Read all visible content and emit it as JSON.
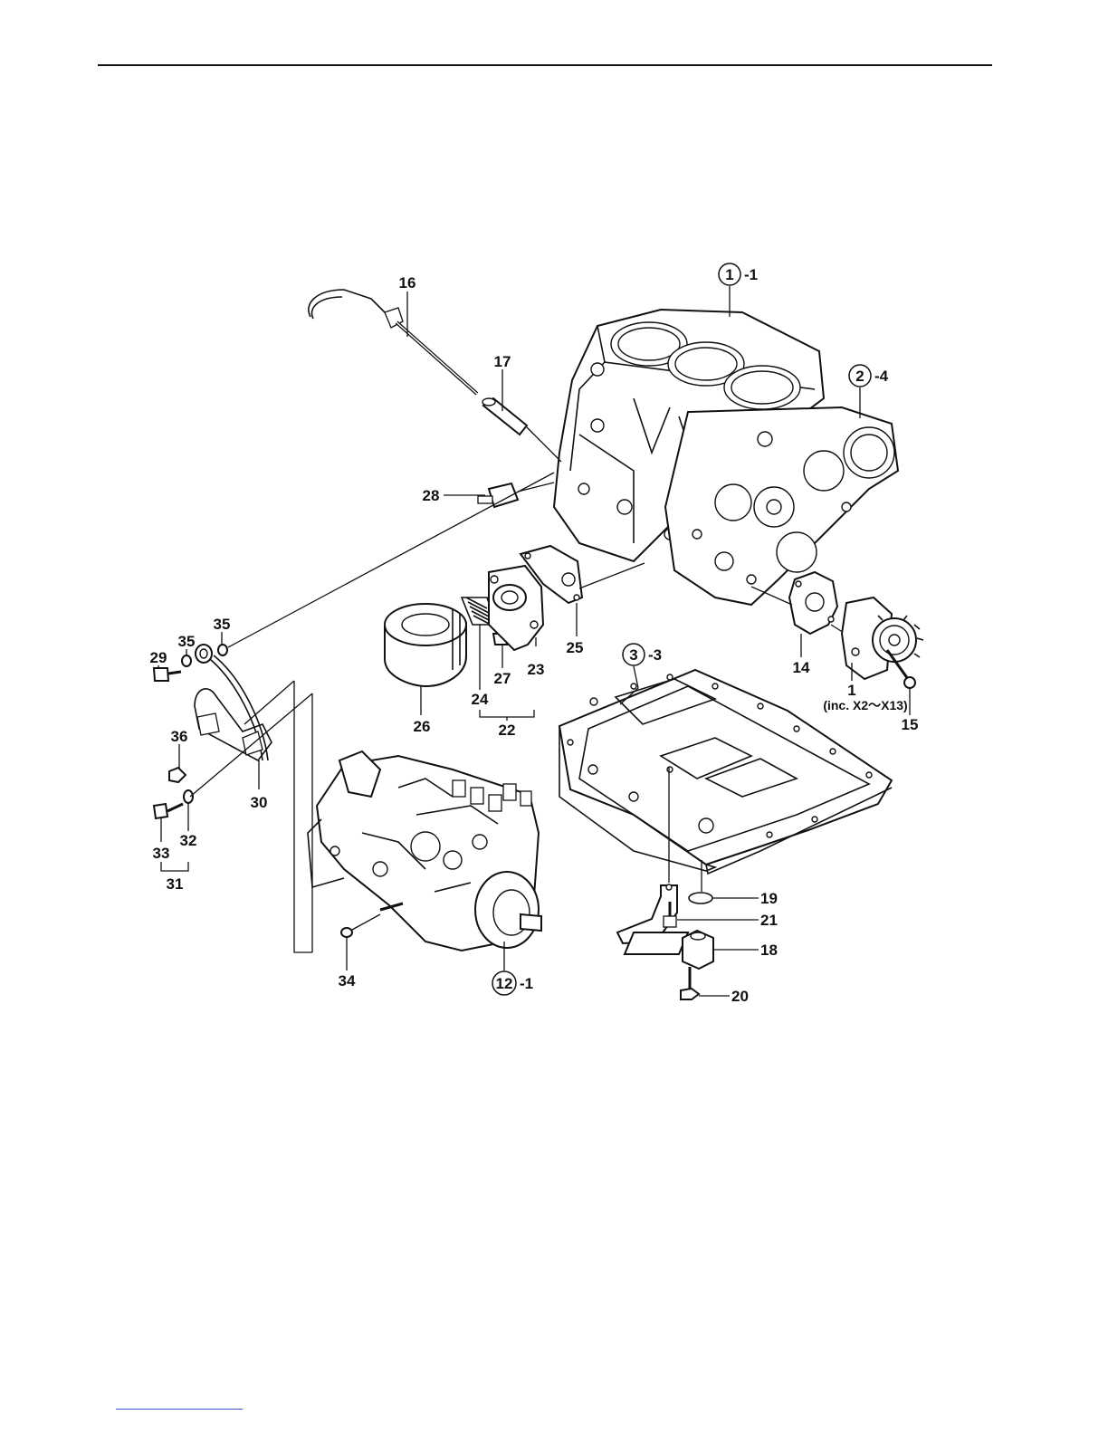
{
  "callouts": [
    {
      "id": "c16",
      "text": "16"
    },
    {
      "id": "c17",
      "text": "17"
    },
    {
      "id": "c28",
      "text": "28"
    },
    {
      "id": "c35a",
      "text": "35"
    },
    {
      "id": "c35b",
      "text": "35"
    },
    {
      "id": "c29",
      "text": "29"
    },
    {
      "id": "c36",
      "text": "36"
    },
    {
      "id": "c30",
      "text": "30"
    },
    {
      "id": "c33",
      "text": "33"
    },
    {
      "id": "c32",
      "text": "32"
    },
    {
      "id": "c31",
      "text": "31"
    },
    {
      "id": "c24",
      "text": "24"
    },
    {
      "id": "c27",
      "text": "27"
    },
    {
      "id": "c23",
      "text": "23"
    },
    {
      "id": "c25",
      "text": "25"
    },
    {
      "id": "c22",
      "text": "22"
    },
    {
      "id": "c26",
      "text": "26"
    },
    {
      "id": "c14",
      "text": "14"
    },
    {
      "id": "c1",
      "text": "1"
    },
    {
      "id": "c15",
      "text": "15"
    },
    {
      "id": "c19",
      "text": "19"
    },
    {
      "id": "c21",
      "text": "21"
    },
    {
      "id": "c18",
      "text": "18"
    },
    {
      "id": "c20",
      "text": "20"
    },
    {
      "id": "c34",
      "text": "34"
    }
  ],
  "ref_callouts": [
    {
      "id": "r1",
      "num": "1",
      "suffix": "-1"
    },
    {
      "id": "r2",
      "num": "2",
      "suffix": "-4"
    },
    {
      "id": "r3",
      "num": "3",
      "suffix": "-3"
    },
    {
      "id": "r12",
      "num": "12",
      "suffix": "-1"
    }
  ],
  "note_1": "(inc. X2～X13)"
}
